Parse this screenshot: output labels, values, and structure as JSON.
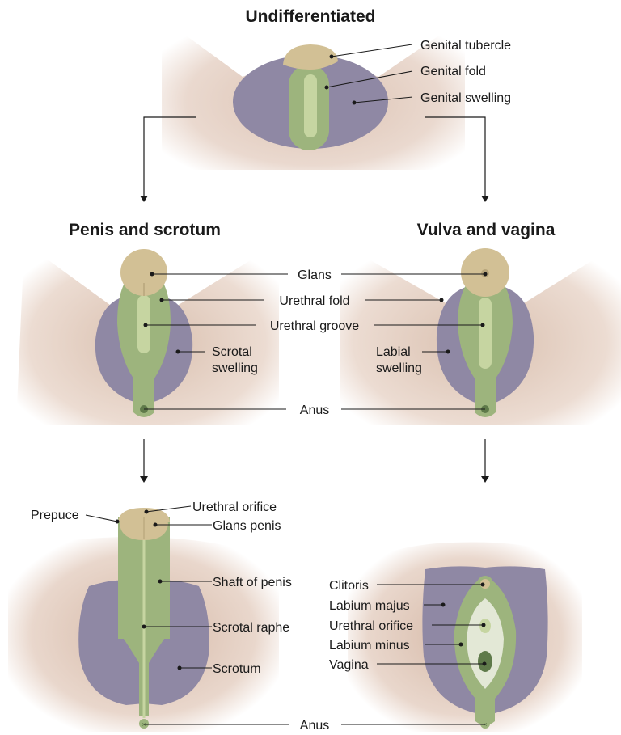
{
  "titles": {
    "undifferentiated": "Undifferentiated",
    "male": "Penis and scrotum",
    "female": "Vulva and vagina"
  },
  "labels": {
    "genital_tubercle": "Genital tubercle",
    "genital_fold": "Genital fold",
    "genital_swelling": "Genital swelling",
    "glans": "Glans",
    "urethral_fold": "Urethral fold",
    "urethral_groove": "Urethral groove",
    "scrotal_swelling_1": "Scrotal",
    "scrotal_swelling_2": "swelling",
    "labial_swelling_1": "Labial",
    "labial_swelling_2": "swelling",
    "anus_mid": "Anus",
    "prepuce": "Prepuce",
    "urethral_orifice_male": "Urethral orifice",
    "glans_penis": "Glans penis",
    "shaft_of_penis": "Shaft of penis",
    "scrotal_raphe": "Scrotal raphe",
    "scrotum": "Scrotum",
    "clitoris": "Clitoris",
    "labium_majus": "Labium majus",
    "urethral_orifice_female": "Urethral orifice",
    "labium_minus": "Labium minus",
    "vagina": "Vagina",
    "anus_bottom": "Anus"
  },
  "colors": {
    "skin": "#e4cdbf",
    "skin_light": "#f3e8e1",
    "swelling": "#8f88a4",
    "fold": "#9db47d",
    "fold_light": "#c6d5a1",
    "tubercle": "#d2c095",
    "dark": "#5f7a4a"
  }
}
